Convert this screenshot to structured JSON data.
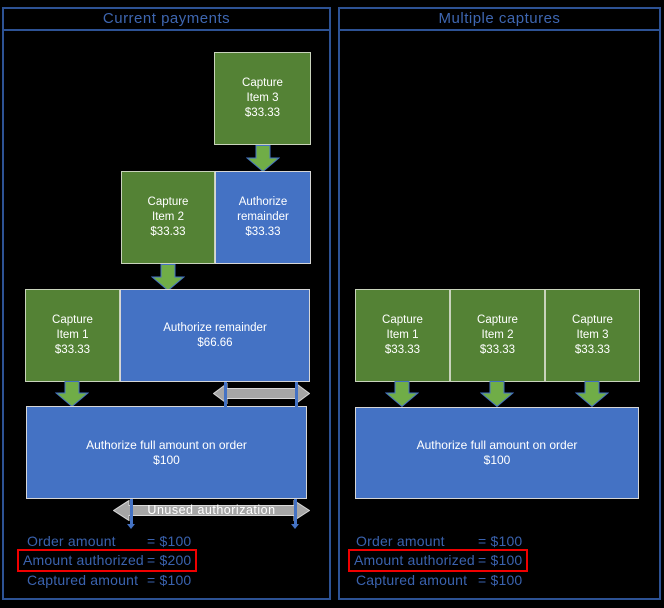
{
  "panels": {
    "left": {
      "title": "Current payments",
      "box_capture3": {
        "line1": "Capture",
        "line2": "Item 3",
        "line3": "$33.33"
      },
      "box_capture2": {
        "line1": "Capture",
        "line2": "Item 2",
        "line3": "$33.33"
      },
      "box_auth_small": {
        "line1": "Authorize",
        "line2": "remainder",
        "line3": "$33.33"
      },
      "box_capture1": {
        "line1": "Capture",
        "line2": "Item 1",
        "line3": "$33.33"
      },
      "box_auth_mid": {
        "line1": "Authorize remainder",
        "line2": "$66.66"
      },
      "box_auth_full": {
        "line1": "Authorize full amount on order",
        "line2": "$100"
      },
      "unused_label": "Unused authorization",
      "stats": [
        {
          "label": "Order amount",
          "value": "= $100",
          "highlighted": false
        },
        {
          "label": "Amount authorized",
          "value": "= $200",
          "highlighted": true
        },
        {
          "label": "Captured amount",
          "value": "= $100",
          "highlighted": false
        }
      ]
    },
    "right": {
      "title": "Multiple captures",
      "box_capture1": {
        "line1": "Capture",
        "line2": "Item 1",
        "line3": "$33.33"
      },
      "box_capture2": {
        "line1": "Capture",
        "line2": "Item 2",
        "line3": "$33.33"
      },
      "box_capture3": {
        "line1": "Capture",
        "line2": "Item 3",
        "line3": "$33.33"
      },
      "box_auth_full": {
        "line1": "Authorize full amount on order",
        "line2": "$100"
      },
      "stats": [
        {
          "label": "Order amount",
          "value": "= $100",
          "highlighted": false
        },
        {
          "label": "Amount authorized",
          "value": "= $100",
          "highlighted": true
        },
        {
          "label": "Captured amount",
          "value": "= $100",
          "highlighted": false
        }
      ]
    }
  },
  "colors": {
    "background": "#000000",
    "panel_border": "#2d5294",
    "header_text": "#3e66b0",
    "capture_green": "#548235",
    "authorize_blue": "#4472c4",
    "arrow_green": "#70ad47",
    "arrow_gray": "#a6a6a6",
    "highlight_red": "#f00000",
    "stat_text": "#3a62ae",
    "box_text": "#ffffff"
  }
}
